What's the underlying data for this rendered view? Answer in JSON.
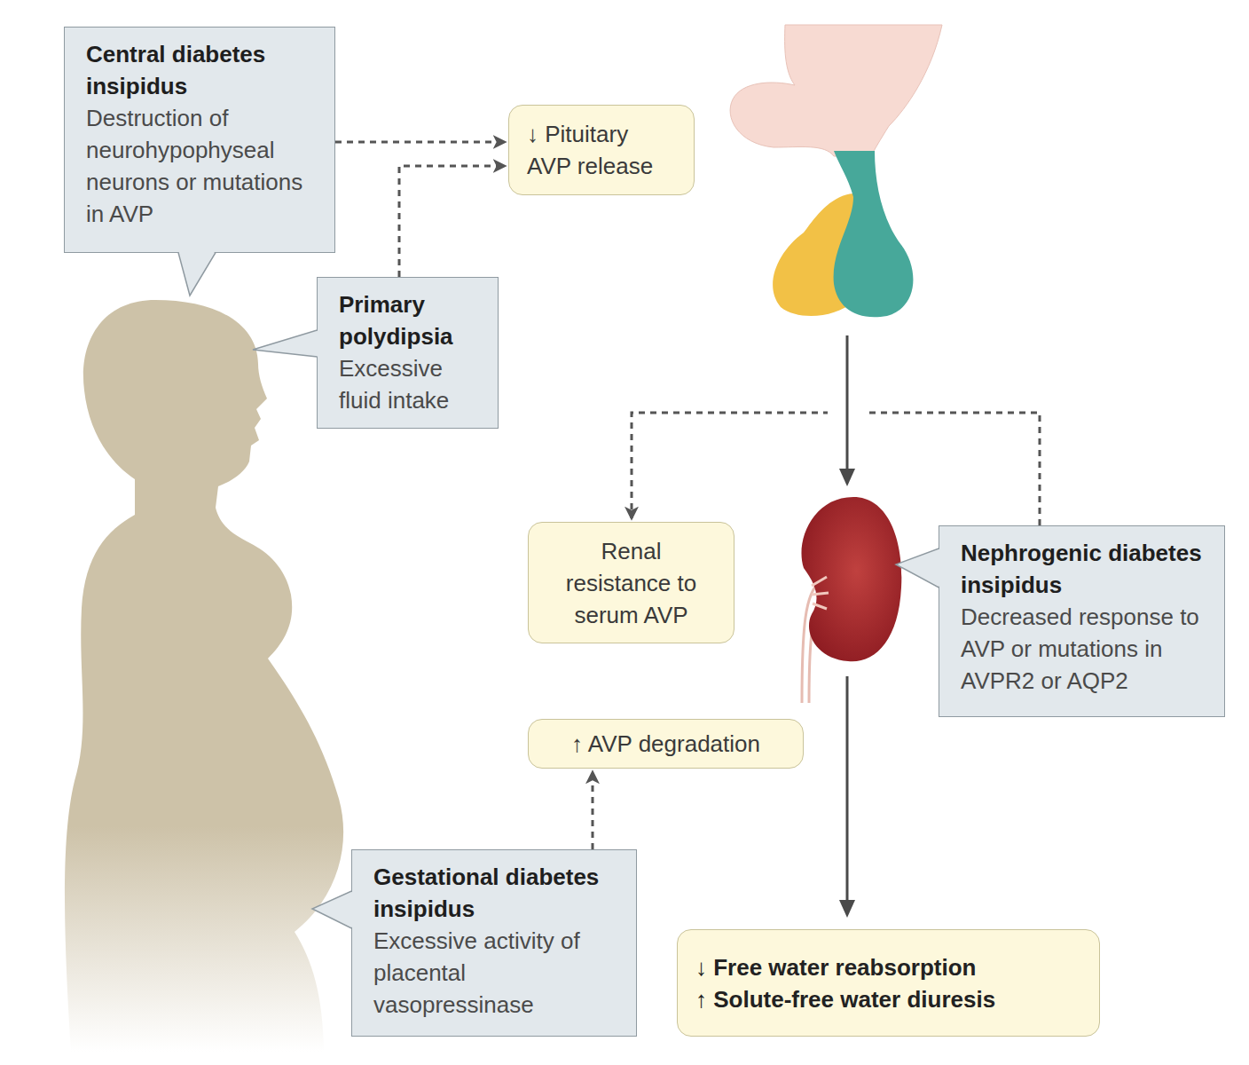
{
  "diagram": {
    "nodes": [
      {
        "text": [
          "Central diabetes insipidus",
          "Destruction of neurohypophyseal neurons or mutations in AVP"
        ]
      },
      {
        "text": [
          "↓ Pituitary AVP release"
        ]
      },
      {
        "text": [
          "Primary polydipsia",
          "Excessive fluid intake"
        ]
      },
      {
        "text": [
          "Renal resistance to serum AVP"
        ]
      },
      {
        "text": [
          "Nephrogenic diabetes insipidus",
          "Decreased response to AVP or mutations in AVPR2 or AQP2"
        ]
      },
      {
        "text": [
          "↑ AVP degradation"
        ]
      },
      {
        "text": [
          "Gestational diabetes insipidus",
          "Excessive activity of placental vasopressinase"
        ]
      },
      {
        "text": [
          "↓ Free water reabsorption",
          "↑ Solute-free water diuresis"
        ]
      }
    ],
    "edges": [
      {
        "from": 0,
        "to": 1,
        "arrow": "to"
      },
      {
        "from": 2,
        "to": 1,
        "arrow": "to"
      },
      {
        "from": 4,
        "to": 3,
        "arrow": "to"
      },
      {
        "from": 6,
        "to": 5,
        "arrow": "to"
      }
    ]
  }
}
